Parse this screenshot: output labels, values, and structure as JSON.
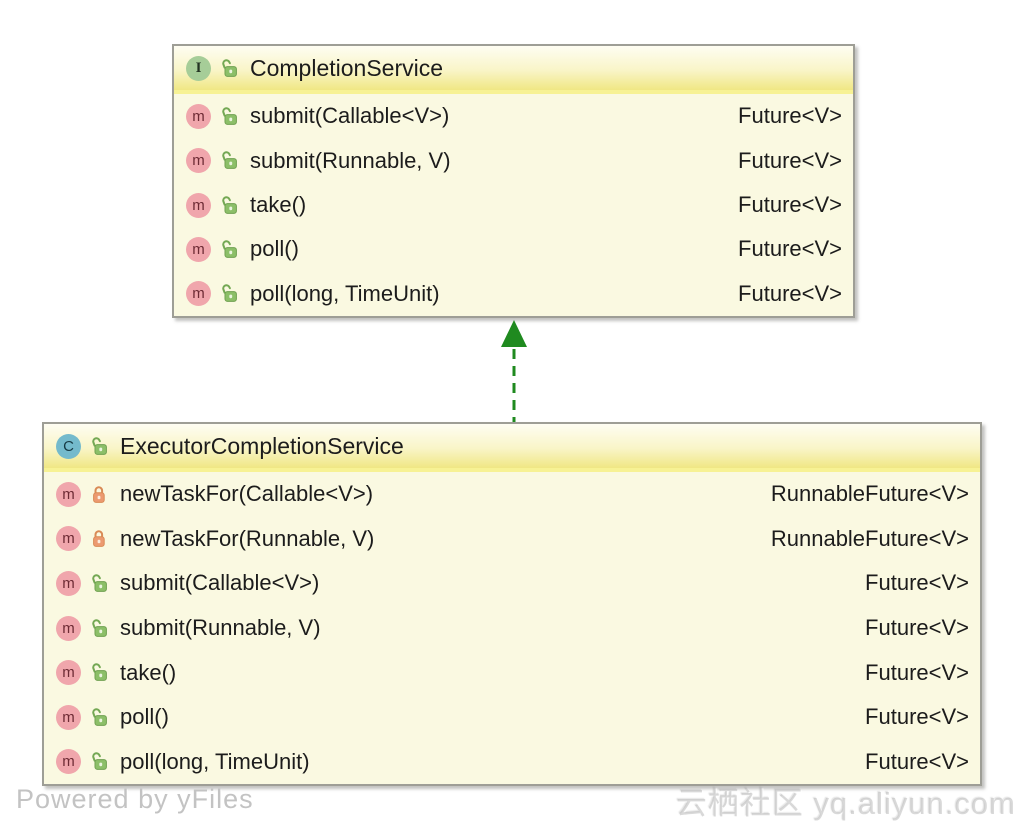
{
  "diagram": {
    "member_letter": "m",
    "boxes": [
      {
        "kind": "interface",
        "kind_letter": "I",
        "title": "CompletionService",
        "methods": [
          {
            "label": "submit(Callable<V>)",
            "returns": "Future<V>",
            "visibility": "public"
          },
          {
            "label": "submit(Runnable, V)",
            "returns": "Future<V>",
            "visibility": "public"
          },
          {
            "label": "take()",
            "returns": "Future<V>",
            "visibility": "public"
          },
          {
            "label": "poll()",
            "returns": "Future<V>",
            "visibility": "public"
          },
          {
            "label": "poll(long, TimeUnit)",
            "returns": "Future<V>",
            "visibility": "public"
          }
        ]
      },
      {
        "kind": "class",
        "kind_letter": "C",
        "title": "ExecutorCompletionService",
        "methods": [
          {
            "label": "newTaskFor(Callable<V>)",
            "returns": "RunnableFuture<V>",
            "visibility": "protected"
          },
          {
            "label": "newTaskFor(Runnable, V)",
            "returns": "RunnableFuture<V>",
            "visibility": "protected"
          },
          {
            "label": "submit(Callable<V>)",
            "returns": "Future<V>",
            "visibility": "public"
          },
          {
            "label": "submit(Runnable, V)",
            "returns": "Future<V>",
            "visibility": "public"
          },
          {
            "label": "take()",
            "returns": "Future<V>",
            "visibility": "public"
          },
          {
            "label": "poll()",
            "returns": "Future<V>",
            "visibility": "public"
          },
          {
            "label": "poll(long, TimeUnit)",
            "returns": "Future<V>",
            "visibility": "public"
          }
        ]
      }
    ],
    "relationship": {
      "type": "implements",
      "from": "ExecutorCompletionService",
      "to": "CompletionService"
    },
    "colors": {
      "box_body": "#faf9e1",
      "header_top": "#fefdf2",
      "header_bottom": "#f0e784",
      "header_line": "#f7f294",
      "box_border": "#9e9e96",
      "interface_badge": "#a6cd98",
      "class_badge": "#74bacc",
      "method_badge": "#f0a6ac",
      "public_lock": "#8cbf68",
      "protected_lock": "#ec9a70",
      "arrow_green": "#1f8a1f",
      "text": "#1c1c1c"
    }
  },
  "footer": {
    "powered_by": "Powered by yFiles",
    "watermark": "云栖社区 yq.aliyun.com"
  }
}
